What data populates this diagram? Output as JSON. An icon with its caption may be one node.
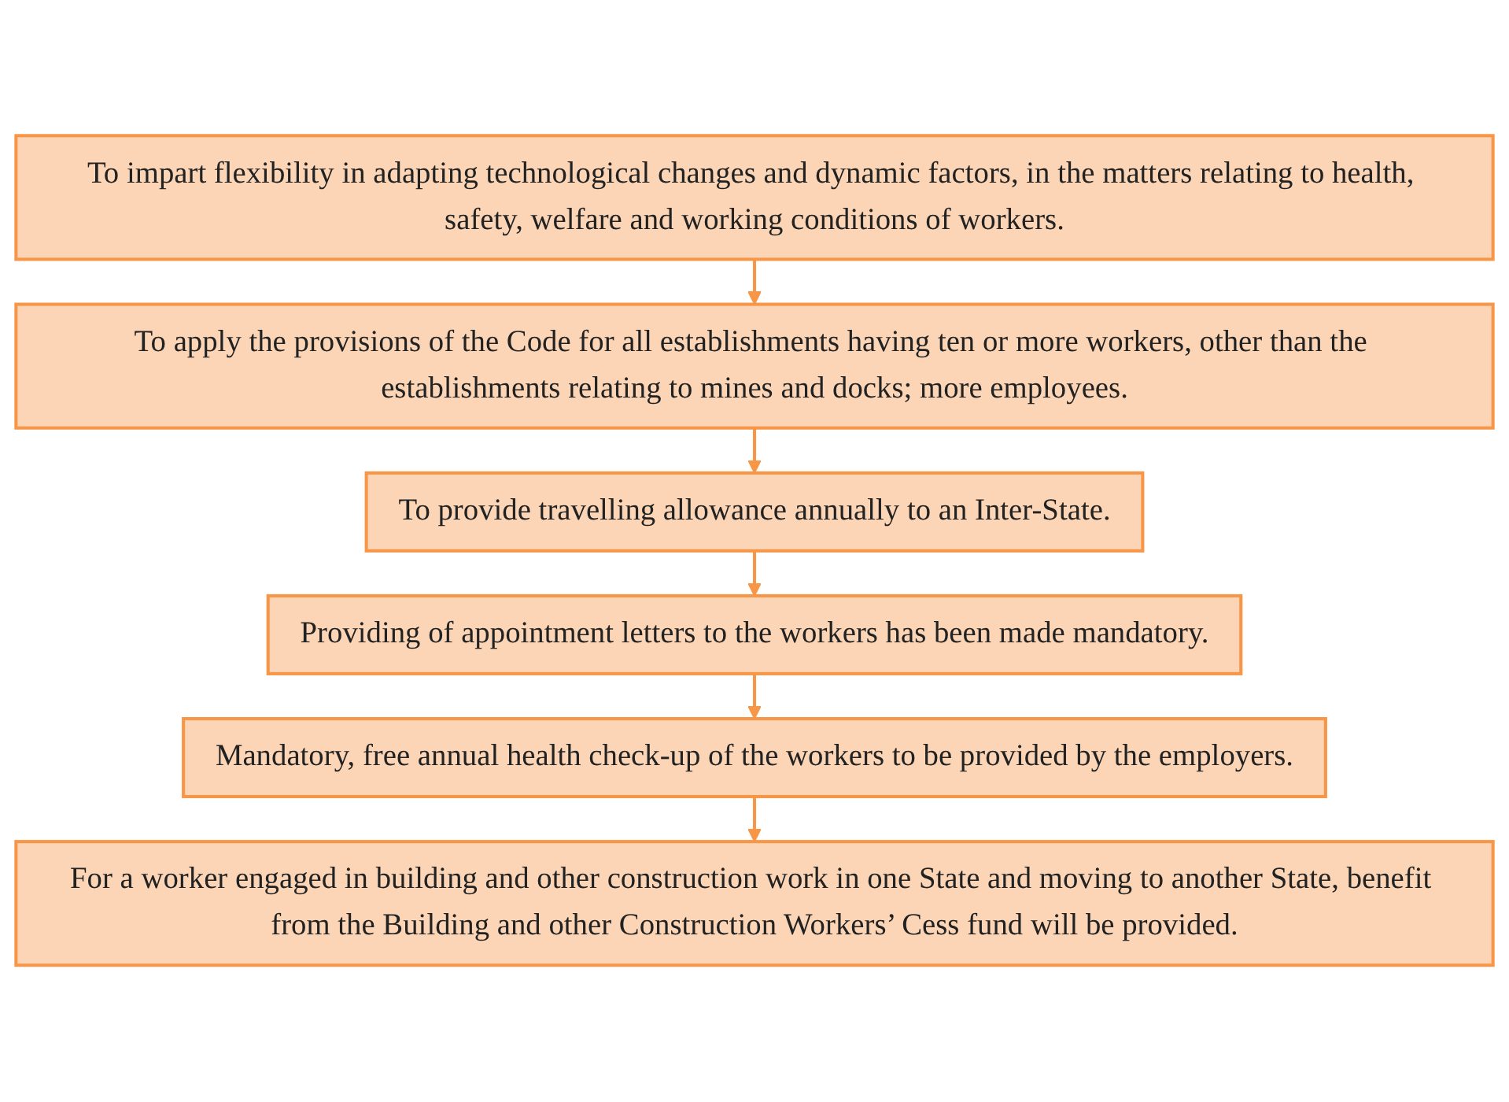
{
  "diagram": {
    "nodes": [
      {
        "text": [
          "To impart flexibility in adapting technological changes and dynamic factors, in the matters relating to health, safety, welfare and working conditions of workers."
        ]
      },
      {
        "text": [
          "To apply the provisions of the Code for all establishments having ten or more workers, other than the establishments relating to mines and docks; more employees."
        ]
      },
      {
        "text": [
          "To provide travelling allowance annually to an Inter-State."
        ]
      },
      {
        "text": [
          "Providing of appointment letters to the workers has been made mandatory."
        ]
      },
      {
        "text": [
          "Mandatory, free annual health check-up of the workers to be provided by the employers."
        ]
      },
      {
        "text": [
          "For a worker engaged in building and other construction work in one State and moving to another State, benefit from the Building and other Construction Workers’ Cess fund will be provided."
        ]
      }
    ],
    "edges": [
      {
        "from": 0,
        "to": 1,
        "arrow": "to"
      },
      {
        "from": 1,
        "to": 2,
        "arrow": "to"
      },
      {
        "from": 2,
        "to": 3,
        "arrow": "to"
      },
      {
        "from": 3,
        "to": 4,
        "arrow": "to"
      },
      {
        "from": 4,
        "to": 5,
        "arrow": "to"
      }
    ]
  }
}
